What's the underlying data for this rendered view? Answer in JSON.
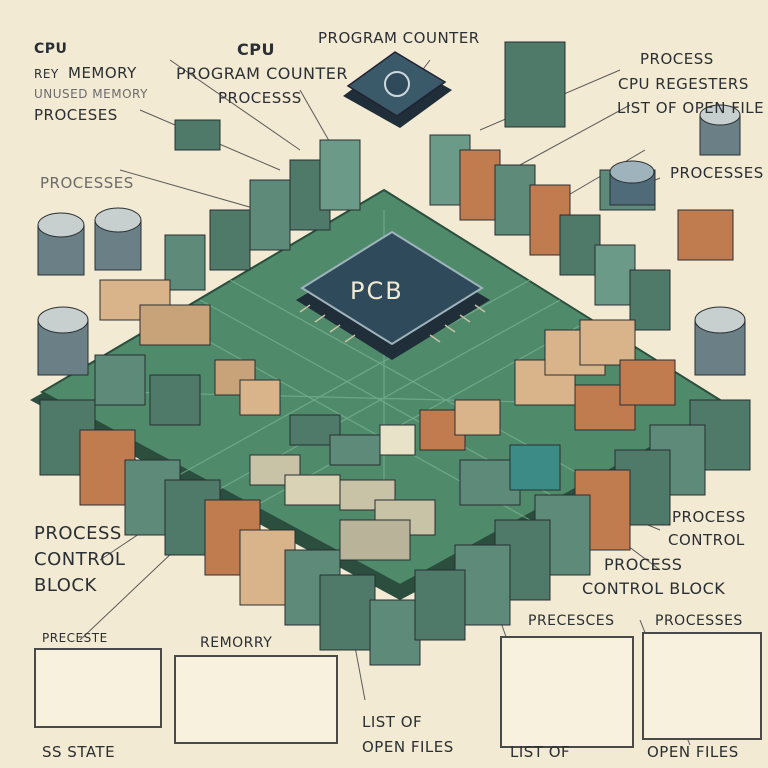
{
  "labels": {
    "cpu_left": "CPU",
    "memory_left": "MEMORY",
    "memory_left_prefix": "REY",
    "memory_left_sub": "UNUSED MEMORY",
    "processes_left": "PROCESES",
    "processes_left_faded": "PROCESSES",
    "cpu_center": "CPU",
    "program_counter_center": "PROGRAM COUNTER",
    "processes_center": "PROCESSS",
    "program_counter_top": "PROGRAM COUNTER",
    "process_right": "PROCESS",
    "cpu_registers_right": "CPU REGESTERS",
    "open_files_right": "LIST OF OPEN FILE",
    "processes_right": "PROCESSES",
    "pcb_chip": "PCB",
    "pcb_left": [
      "PROCESS",
      "CONTROL",
      "BLOCK"
    ],
    "pcb_right_1": [
      "PROCESS",
      "CONTROL"
    ],
    "pcb_right_2": [
      "PROCESS",
      "CONTROL BLOCK"
    ],
    "panel_state_title": "PRECESTE",
    "panel_state_footer": "SS STATE",
    "panel_memory_title": "REMORRY",
    "bottom_list_center": [
      "LIST OF",
      "OPEN FILES"
    ],
    "panel_right1_title": "PRECESCES",
    "panel_right1_footer": "LIST OF",
    "panel_right2_title": "PROCESSES",
    "panel_right2_footer": "OPEN FILES"
  },
  "colors": {
    "background": "#f3ead3",
    "board": "#4f8a6a",
    "board_dark": "#3b6d55",
    "chip": "#2f4a5a",
    "copper": "#c07b4f",
    "teal": "#3d8b86",
    "ink": "#2a2f33"
  }
}
